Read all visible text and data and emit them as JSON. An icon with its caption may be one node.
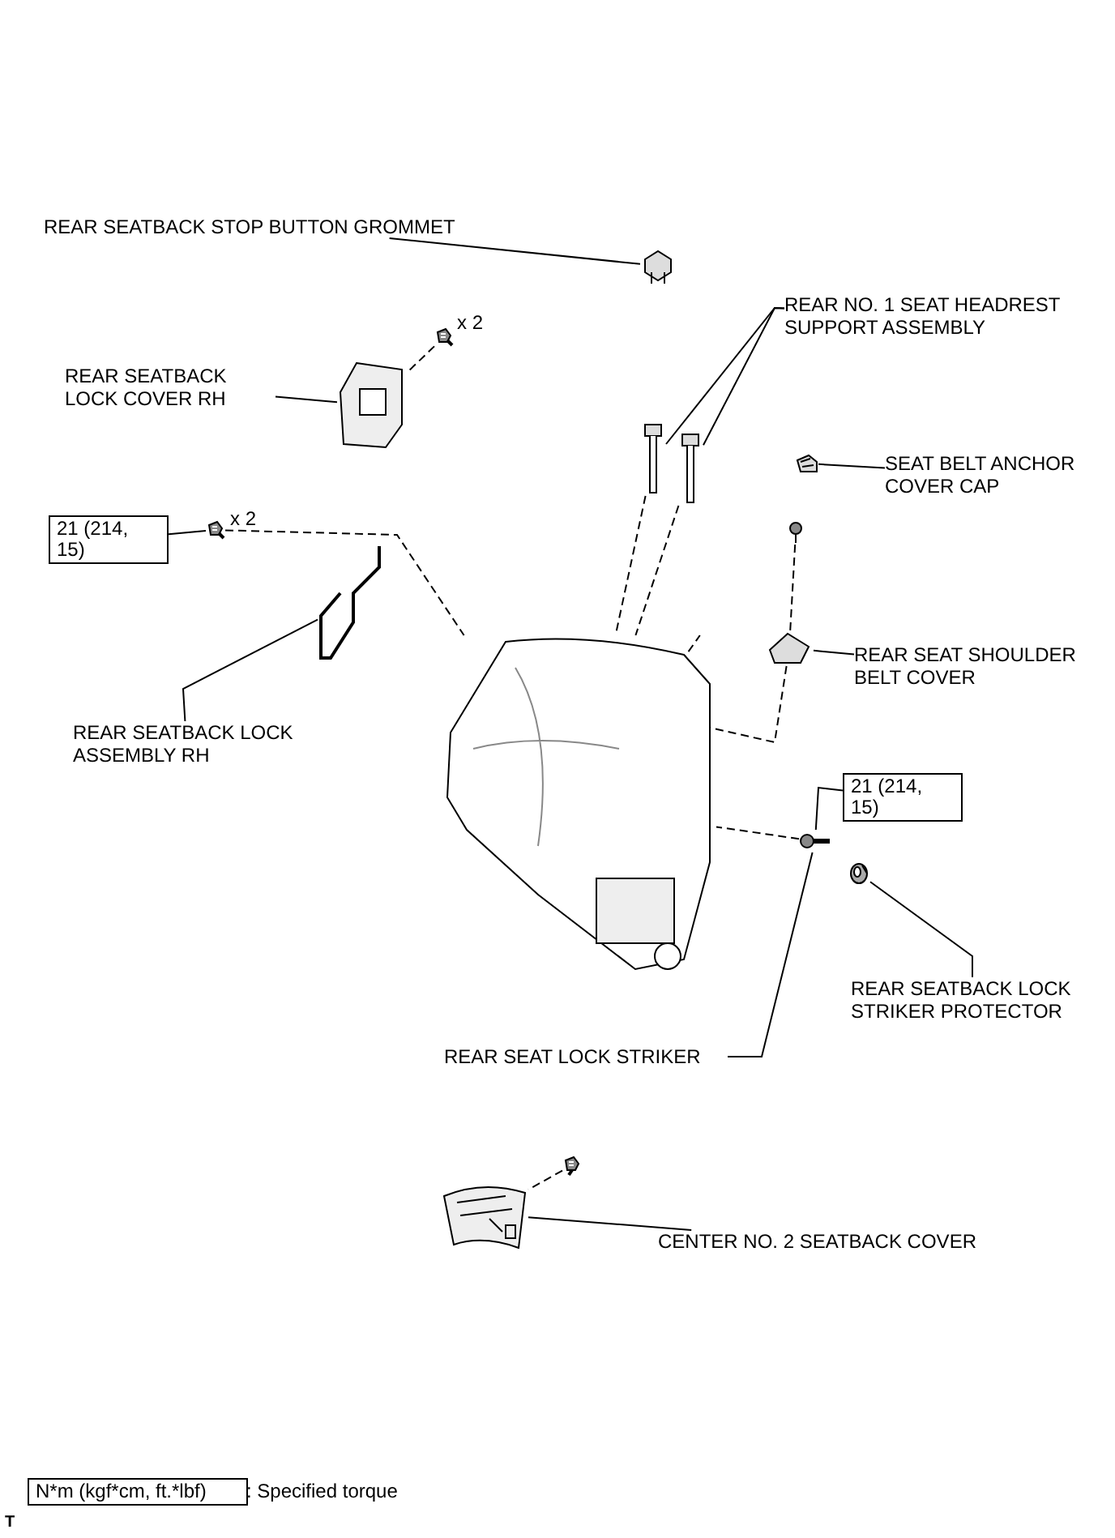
{
  "diagram": {
    "nodes": [
      {
        "text": [
          "REAR SEATBACK STOP BUTTON GROMMET"
        ]
      },
      {
        "text": [],
        "shape": "picture"
      },
      {
        "text": [
          "REAR NO. 1 SEAT HEADREST SUPPORT ASSEMBLY"
        ]
      },
      {
        "text": [],
        "shape": "picture"
      },
      {
        "text": [],
        "shape": "picture"
      },
      {
        "text": [
          "REAR SEATBACK LOCK COVER RH"
        ]
      },
      {
        "text": [],
        "shape": "picture"
      },
      {
        "text": [],
        "shape": "picture",
        "beside": [
          "x 2"
        ]
      },
      {
        "text": [
          "SEAT BELT ANCHOR COVER CAP"
        ]
      },
      {
        "text": [],
        "shape": "picture"
      },
      {
        "text": [
          "21 (214, 15)"
        ]
      },
      {
        "text": [],
        "shape": "picture",
        "beside": [
          "x 2"
        ]
      },
      {
        "text": [],
        "shape": "picture"
      },
      {
        "text": [
          "REAR SEAT SHOULDER BELT COVER"
        ]
      },
      {
        "text": [],
        "shape": "picture"
      },
      {
        "text": [],
        "shape": "picture"
      },
      {
        "text": [
          "REAR SEATBACK LOCK ASSEMBLY RH"
        ]
      },
      {
        "text": [],
        "shape": "picture"
      },
      {
        "text": [
          "21 (214, 15)"
        ]
      },
      {
        "text": [],
        "shape": "picture"
      },
      {
        "text": [],
        "shape": "picture"
      },
      {
        "text": [
          "REAR SEATBACK LOCK STRIKER PROTECTOR"
        ]
      },
      {
        "text": [
          "REAR SEAT LOCK STRIKER"
        ]
      },
      {
        "text": [],
        "shape": "picture"
      },
      {
        "text": [],
        "shape": "picture"
      },
      {
        "text": [
          "CENTER NO. 2 SEATBACK COVER"
        ]
      },
      {
        "text": [
          "N*m (kgf*cm, ft.*lbf)"
        ],
        "beside": [
          ": Specified torque"
        ]
      }
    ],
    "edges": [
      {
        "from": 0,
        "to": 1,
        "arrow": "none"
      },
      {
        "from": 2,
        "to": 3,
        "arrow": "none"
      },
      {
        "from": 2,
        "to": 4,
        "arrow": "none"
      },
      {
        "from": 5,
        "to": 6,
        "arrow": "none"
      },
      {
        "from": 8,
        "to": 9,
        "arrow": "none"
      },
      {
        "from": 10,
        "to": 11,
        "arrow": "none"
      },
      {
        "from": 13,
        "to": 14,
        "arrow": "none"
      },
      {
        "from": 16,
        "to": 15,
        "arrow": "none"
      },
      {
        "from": 18,
        "to": 19,
        "arrow": "none"
      },
      {
        "from": 21,
        "to": 20,
        "arrow": "none"
      },
      {
        "from": 22,
        "to": 19,
        "arrow": "none"
      },
      {
        "from": 25,
        "to": 24,
        "arrow": "none"
      },
      {
        "from": 7,
        "to": 6,
        "arrow": "none",
        "style": "dashed"
      },
      {
        "from": 11,
        "to": 17,
        "arrow": "none",
        "style": "dashed"
      },
      {
        "from": 3,
        "to": 17,
        "arrow": "none",
        "style": "dashed"
      },
      {
        "from": 4,
        "to": 17,
        "arrow": "none",
        "style": "dashed"
      },
      {
        "from": 12,
        "to": 14,
        "arrow": "none",
        "style": "dashed"
      },
      {
        "from": 14,
        "to": 17,
        "arrow": "none",
        "style": "dashed"
      },
      {
        "from": 19,
        "to": 17,
        "arrow": "none",
        "style": "dashed"
      },
      {
        "from": 23,
        "to": 24,
        "arrow": "none",
        "style": "dashed"
      }
    ],
    "labels": [
      "T"
    ]
  }
}
